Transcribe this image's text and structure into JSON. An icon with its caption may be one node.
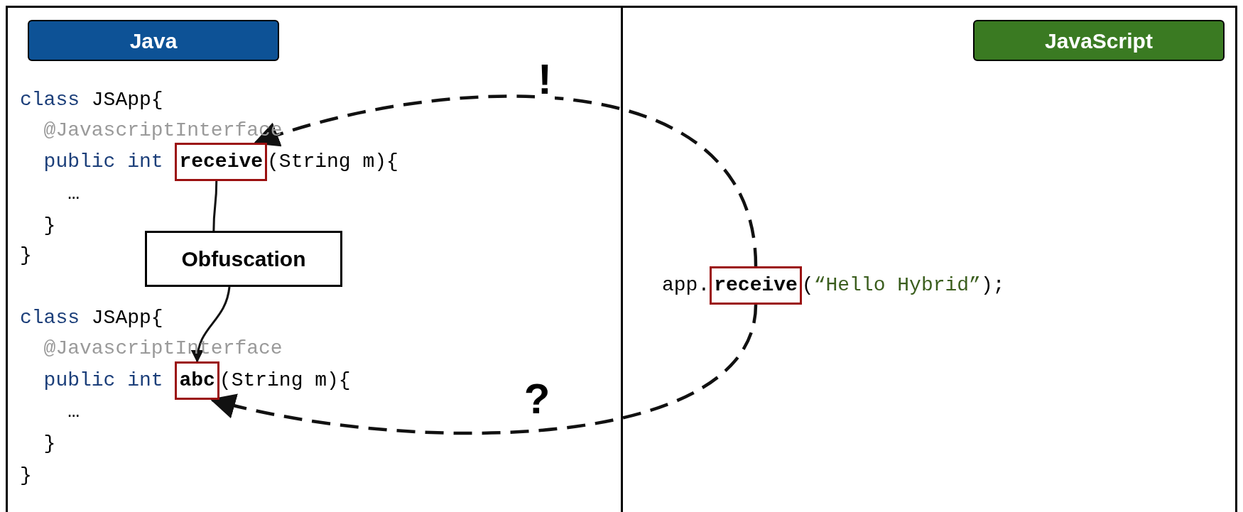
{
  "diagram": {
    "nodes": [
      {
        "text": [
          "Java"
        ]
      },
      {
        "text": [
          "JavaScript"
        ]
      },
      {
        "text": [
          "receive"
        ]
      },
      {
        "text": [
          "Obfuscation"
        ]
      },
      {
        "text": [
          "abc"
        ]
      },
      {
        "text": [
          "receive"
        ]
      }
    ],
    "edges": [
      {
        "from": 5,
        "to": 2,
        "arrow": "to",
        "style": "dashed",
        "label": "!"
      },
      {
        "from": 5,
        "to": 4,
        "arrow": "to",
        "style": "dashed",
        "label": "?"
      },
      {
        "from": 2,
        "to": 3,
        "arrow": "none"
      },
      {
        "from": 3,
        "to": 4,
        "arrow": "to"
      }
    ],
    "labels": [
      "class",
      "JSApp{",
      "@JavascriptInterface",
      "public int",
      "(String m){",
      "…",
      "}",
      "}",
      "class",
      "JSApp{",
      "@JavascriptInterface",
      "public int",
      "(String m){",
      "…",
      "}",
      "}",
      "app.",
      "(",
      "“Hello Hybrid”",
      ");"
    ]
  }
}
